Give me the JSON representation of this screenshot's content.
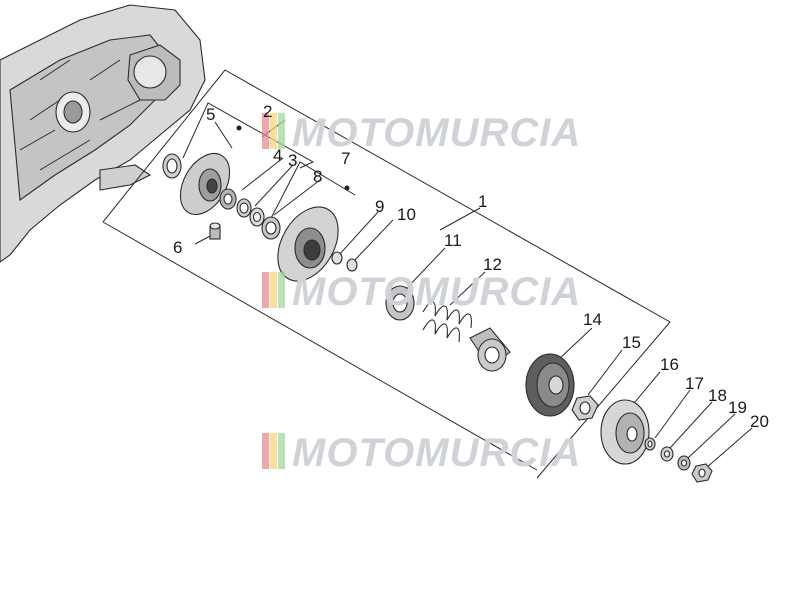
{
  "watermark": {
    "text": "MOTOMURCIA",
    "colors": [
      "#e98a8a",
      "#f1d77a",
      "#9fd79f"
    ]
  },
  "callouts": [
    "1",
    "2",
    "3",
    "4",
    "5",
    "6",
    "7",
    "8",
    "9",
    "10",
    "11",
    "12",
    "14",
    "15",
    "16",
    "17",
    "18",
    "19",
    "20"
  ]
}
